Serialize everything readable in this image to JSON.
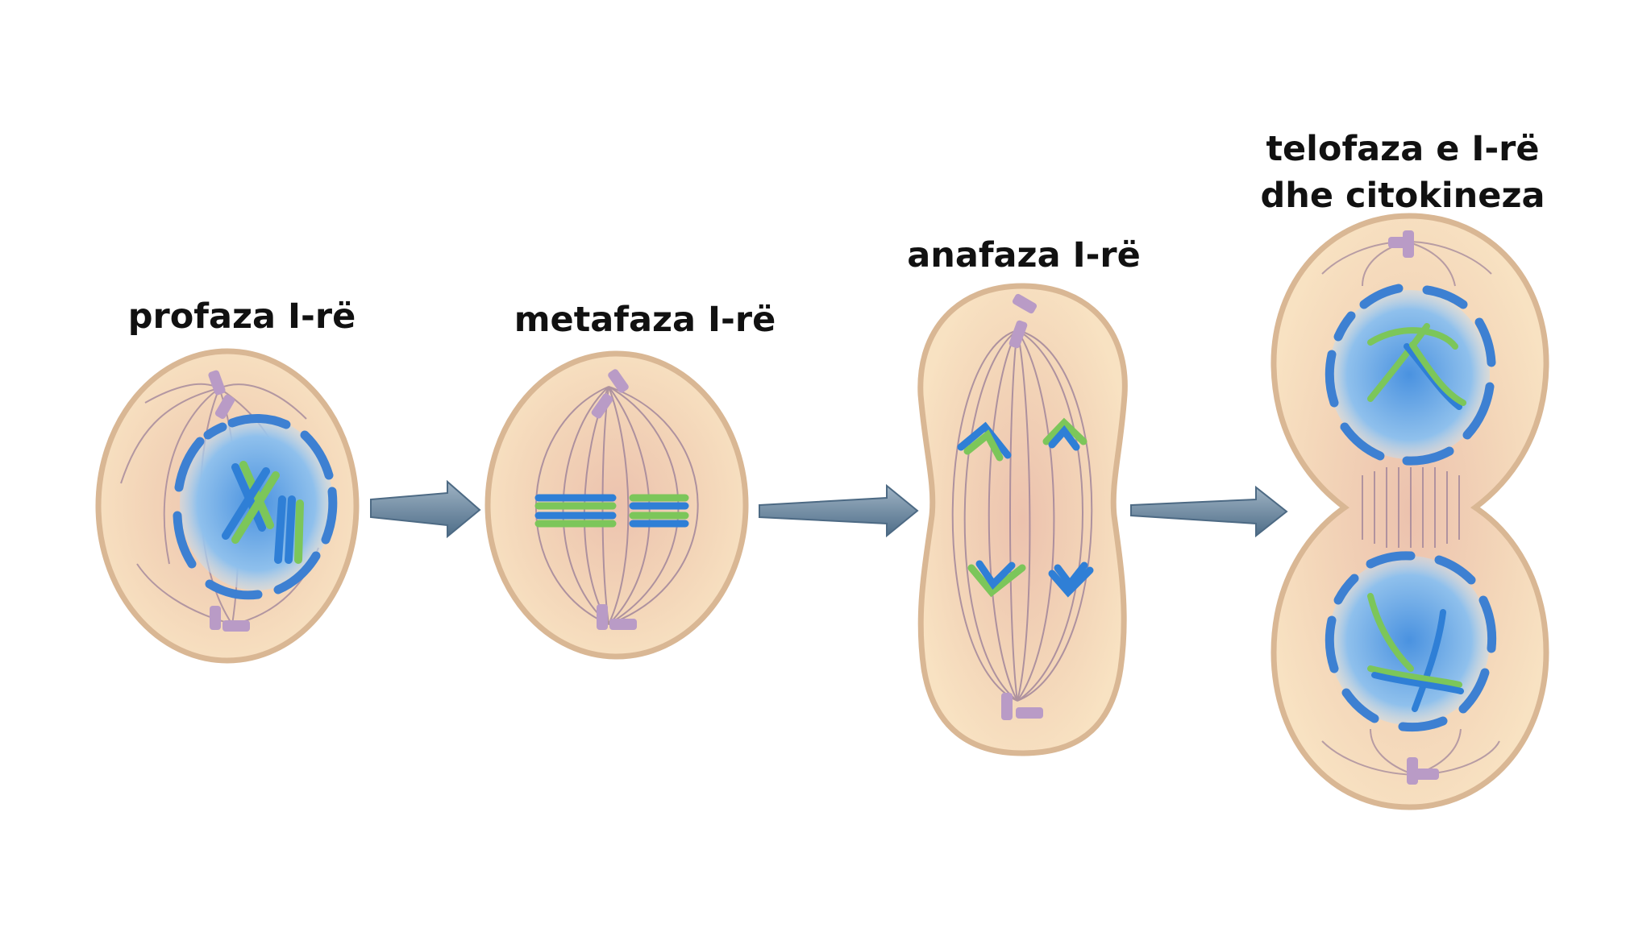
{
  "diagram": {
    "stages": [
      {
        "id": "prophase",
        "label": "profaza I-rë"
      },
      {
        "id": "metaphase",
        "label": "metafaza I-rë"
      },
      {
        "id": "anaphase",
        "label": "anafaza I-rë"
      },
      {
        "id": "telophase",
        "label_line1": "telofaza e I-rë",
        "label_line2": "dhe citokineza"
      }
    ],
    "colors": {
      "cell_fill": "#f7dfbd",
      "cell_border": "#d8b48f",
      "cell_inner_glow": "#ecc0ac",
      "nucleus_fill": "#5a9ee0",
      "nuclear_envelope": "#3d7fd0",
      "chromosome_blue": "#2f7fd6",
      "chromosome_green": "#7cc65a",
      "centrosome": "#b89ac6",
      "spindle": "#9a7f9f",
      "arrow": "#5e7d99"
    }
  }
}
